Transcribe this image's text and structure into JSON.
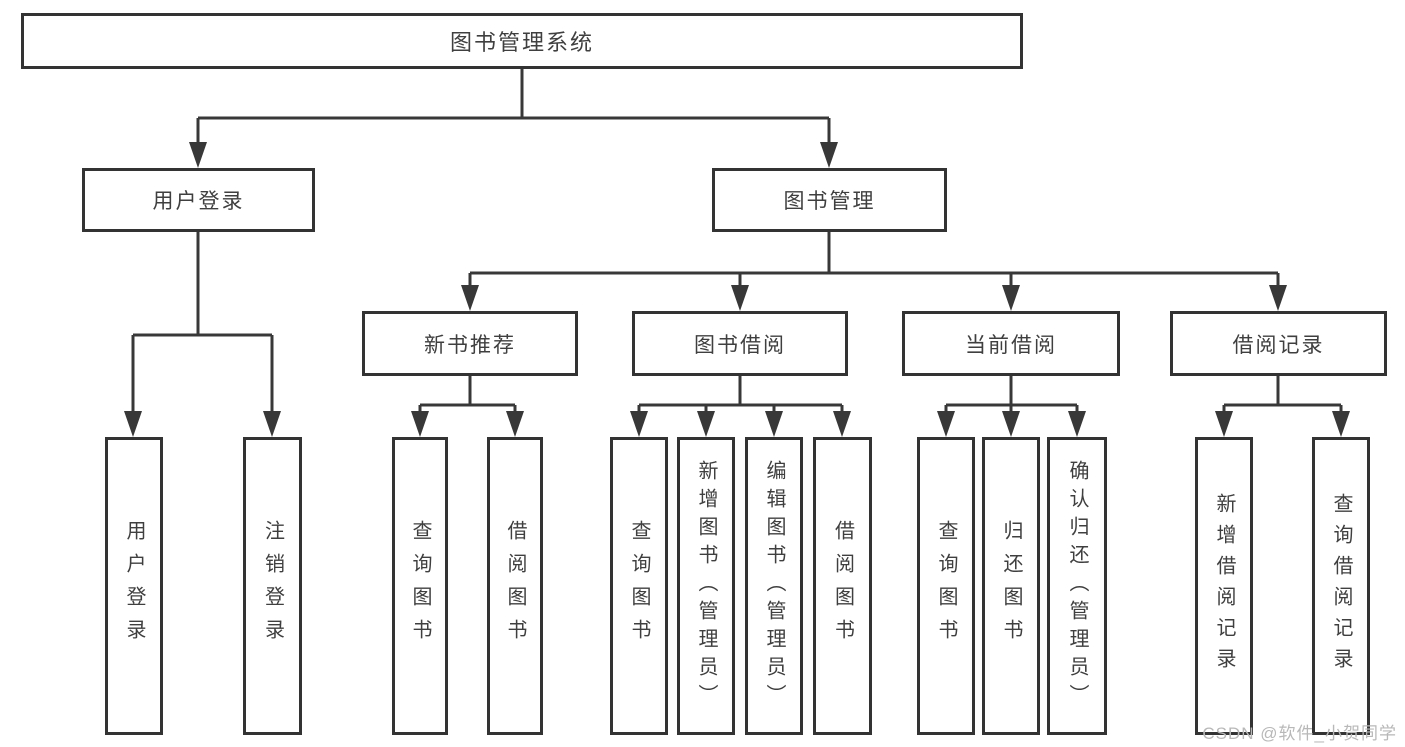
{
  "diagram": {
    "root": {
      "label": "图书管理系统"
    },
    "user_login": {
      "label": "用户登录",
      "children": {
        "login": {
          "label": "用户登录"
        },
        "logout": {
          "label": "注销登录"
        }
      }
    },
    "book_mgmt": {
      "label": "图书管理",
      "children": {
        "new_book": {
          "label": "新书推荐",
          "children": {
            "query": {
              "label": "查询图书"
            },
            "borrow": {
              "label": "借阅图书"
            }
          }
        },
        "borrowing": {
          "label": "图书借阅",
          "children": {
            "query": {
              "label": "查询图书"
            },
            "add": {
              "label": "新增图书（管理员）"
            },
            "edit": {
              "label": "编辑图书（管理员）"
            },
            "borrow": {
              "label": "借阅图书"
            }
          }
        },
        "current": {
          "label": "当前借阅",
          "children": {
            "query": {
              "label": "查询图书"
            },
            "return": {
              "label": "归还图书"
            },
            "confirm": {
              "label": "确认归还（管理员）"
            }
          }
        },
        "records": {
          "label": "借阅记录",
          "children": {
            "add": {
              "label": "新增借阅记录"
            },
            "query": {
              "label": "查询借阅记录"
            }
          }
        }
      }
    }
  },
  "watermark": {
    "text": "CSDN @软件_小贺同学"
  },
  "colors": {
    "line": "#383838",
    "border": "#333333",
    "text": "#3f3f3f",
    "watermark": "#b8b8b8",
    "background": "#ffffff"
  }
}
